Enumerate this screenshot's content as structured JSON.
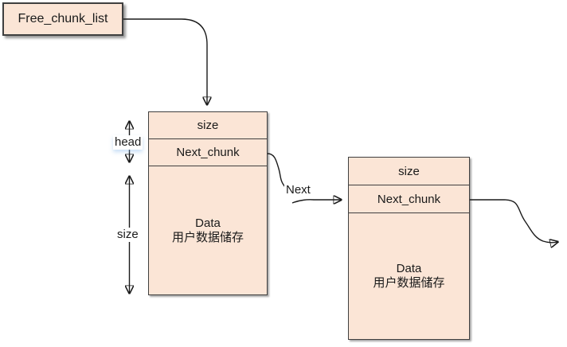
{
  "free_list": {
    "label": "Free_chunk_list"
  },
  "chunks": [
    {
      "size_label": "size",
      "next_label": "Next_chunk",
      "data_label": "Data",
      "data_sublabel": "用户数据储存"
    },
    {
      "size_label": "size",
      "next_label": "Next_chunk",
      "data_label": "Data",
      "data_sublabel": "用户数据储存"
    }
  ],
  "annotations": {
    "head": "head",
    "size": "size",
    "next": "Next"
  },
  "colors": {
    "chunk_fill": "#FBE5D6",
    "border": "#3F3F3F",
    "connector": "#1A1A1A",
    "label_bg": "#FFFFFF"
  }
}
